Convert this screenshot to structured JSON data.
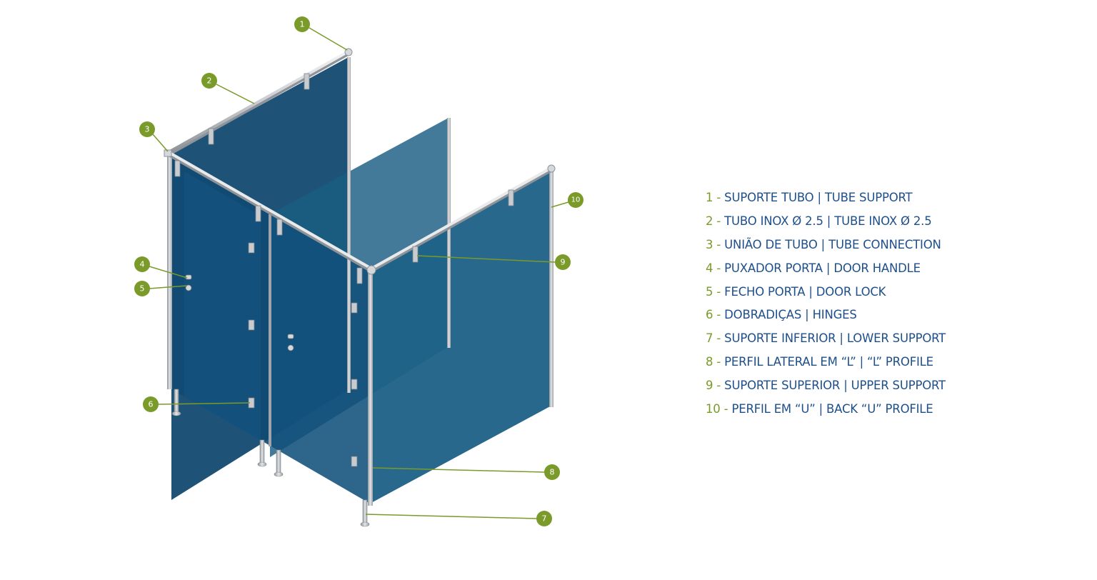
{
  "colors": {
    "accent_green": "#7a9a2a",
    "legend_blue": "#1d4f8a",
    "panel_blue": "#1e5f84",
    "panel_blue_dark": "#15496b",
    "frame_steel": "#b8bdc2"
  },
  "callouts": [
    "1",
    "2",
    "3",
    "4",
    "5",
    "6",
    "7",
    "8",
    "9",
    "10"
  ],
  "legend": {
    "separator": "-",
    "items": [
      {
        "num": "1",
        "label": "SUPORTE TUBO | TUBE SUPPORT"
      },
      {
        "num": "2",
        "label": "TUBO INOX Ø 2.5 | TUBE INOX Ø 2.5"
      },
      {
        "num": "3",
        "label": "UNIÃO DE TUBO | TUBE CONNECTION"
      },
      {
        "num": "4",
        "label": "PUXADOR PORTA | DOOR HANDLE"
      },
      {
        "num": "5",
        "label": "FECHO PORTA | DOOR LOCK"
      },
      {
        "num": "6",
        "label": "DOBRADIÇAS | HINGES"
      },
      {
        "num": "7",
        "label": "SUPORTE INFERIOR | LOWER SUPPORT"
      },
      {
        "num": "8",
        "label": "PERFIL LATERAL EM “L” | “L” PROFILE"
      },
      {
        "num": "9",
        "label": "SUPORTE SUPERIOR | UPPER SUPPORT"
      },
      {
        "num": "10",
        "label": "PERFIL EM “U” | BACK “U” PROFILE"
      }
    ]
  }
}
